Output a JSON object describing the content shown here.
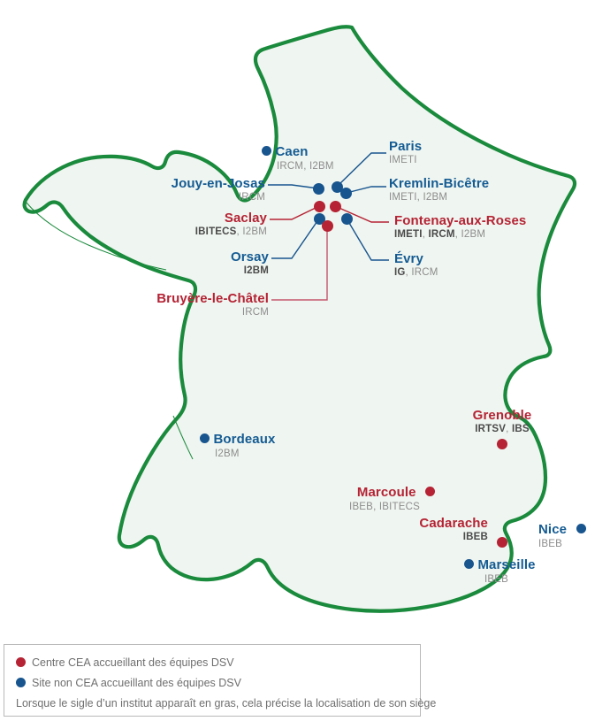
{
  "map": {
    "country": "France",
    "fill_color": "#eff5f0",
    "border_color": "#1a8a3c",
    "red_color": "#b52334",
    "blue_color": "#18558f",
    "inst_color": "#8d8d8d",
    "inst_bold_color": "#4a4a4a"
  },
  "sites": [
    {
      "id": "caen",
      "name": "Caen",
      "type": "blue",
      "institutes": [
        {
          "text": "IRCM",
          "bold": false
        },
        {
          "text": ", ",
          "bold": false
        },
        {
          "text": "I2BM",
          "bold": false
        }
      ]
    },
    {
      "id": "paris",
      "name": "Paris",
      "type": "blue",
      "institutes": [
        {
          "text": "IMETI",
          "bold": false
        }
      ]
    },
    {
      "id": "jouy-en-josas",
      "name": "Jouy-en-Josas",
      "type": "blue",
      "institutes": [
        {
          "text": "IRCM",
          "bold": false
        }
      ]
    },
    {
      "id": "kremlin-bicetre",
      "name": "Kremlin-Bicêtre",
      "type": "blue",
      "institutes": [
        {
          "text": "IMETI",
          "bold": false
        },
        {
          "text": ", ",
          "bold": false
        },
        {
          "text": "I2BM",
          "bold": false
        }
      ]
    },
    {
      "id": "saclay",
      "name": "Saclay",
      "type": "red",
      "institutes": [
        {
          "text": "IBITECS",
          "bold": true
        },
        {
          "text": ", ",
          "bold": false
        },
        {
          "text": "I2BM",
          "bold": false
        }
      ]
    },
    {
      "id": "fontenay-aux-roses",
      "name": "Fontenay-aux-Roses",
      "type": "red",
      "institutes": [
        {
          "text": "IMETI",
          "bold": true
        },
        {
          "text": ", ",
          "bold": false
        },
        {
          "text": "IRCM",
          "bold": true
        },
        {
          "text": ", ",
          "bold": false
        },
        {
          "text": "I2BM",
          "bold": false
        }
      ]
    },
    {
      "id": "orsay",
      "name": "Orsay",
      "type": "blue",
      "institutes": [
        {
          "text": "I2BM",
          "bold": true
        }
      ]
    },
    {
      "id": "evry",
      "name": "Évry",
      "type": "blue",
      "institutes": [
        {
          "text": "IG",
          "bold": true
        },
        {
          "text": ", ",
          "bold": false
        },
        {
          "text": "IRCM",
          "bold": false
        }
      ]
    },
    {
      "id": "bruyere-le-chatel",
      "name": "Bruyère-le-Châtel",
      "type": "red",
      "institutes": [
        {
          "text": "IRCM",
          "bold": false
        }
      ]
    },
    {
      "id": "bordeaux",
      "name": "Bordeaux",
      "type": "blue",
      "institutes": [
        {
          "text": "I2BM",
          "bold": false
        }
      ]
    },
    {
      "id": "grenoble",
      "name": "Grenoble",
      "type": "red",
      "institutes": [
        {
          "text": "IRTSV",
          "bold": true
        },
        {
          "text": ", ",
          "bold": false
        },
        {
          "text": "IBS",
          "bold": true
        }
      ]
    },
    {
      "id": "marcoule",
      "name": "Marcoule",
      "type": "red",
      "institutes": [
        {
          "text": "IBEB",
          "bold": false
        },
        {
          "text": ", ",
          "bold": false
        },
        {
          "text": "IBITECS",
          "bold": false
        }
      ]
    },
    {
      "id": "cadarache",
      "name": "Cadarache",
      "type": "red",
      "institutes": [
        {
          "text": "IBEB",
          "bold": true
        }
      ]
    },
    {
      "id": "nice",
      "name": "Nice",
      "type": "blue",
      "institutes": [
        {
          "text": "IBEB",
          "bold": false
        }
      ]
    },
    {
      "id": "marseille",
      "name": "Marseille",
      "type": "blue",
      "institutes": [
        {
          "text": "IBEB",
          "bold": false
        }
      ]
    }
  ],
  "legend": {
    "items": [
      {
        "marker": "red-dot-icon",
        "label": "Centre CEA accueillant des équipes DSV"
      },
      {
        "marker": "blue-dot-icon",
        "label": "Site non CEA accueillant des équipes DSV"
      }
    ],
    "note": "Lorsque le sigle d’un institut apparaît en gras, cela précise la localisation de son siège"
  }
}
